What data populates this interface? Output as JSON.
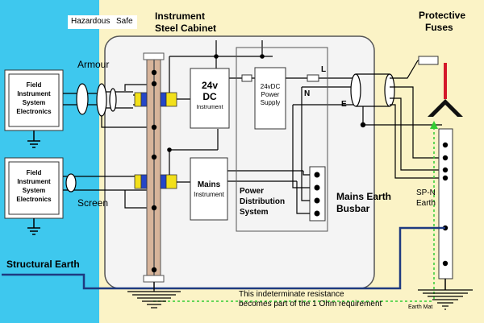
{
  "zones": {
    "hazardous": "Hazardous",
    "safe": "Safe"
  },
  "cabinet": {
    "line1": "Instrument",
    "line2": "Steel Cabinet"
  },
  "fuses": {
    "line1": "Protective",
    "line2": "Fuses"
  },
  "armour": "Armour",
  "screen": "Screen",
  "field_top": {
    "line1": "Field",
    "line2": "Instrument",
    "line3": "System",
    "line4": "Electronics"
  },
  "field_bottom": {
    "line1": "Field",
    "line2": "Instrument",
    "line3": "System",
    "line4": "Electronics"
  },
  "dc24": {
    "line1": "24v",
    "line2": "DC",
    "line3": "Instrument"
  },
  "psu": {
    "line1": "24vDC",
    "line2": "Power",
    "line3": "Supply"
  },
  "mains": {
    "line1": "Mains",
    "line2": "Instrument"
  },
  "pds": {
    "line1": "Power",
    "line2": "Distribution",
    "line3": "System"
  },
  "busbar": {
    "line1": "Mains Earth",
    "line2": "Busbar"
  },
  "terminals": {
    "l": "L",
    "n": "N",
    "e": "E"
  },
  "spn": {
    "line1": "SP-N",
    "line2": "Earth"
  },
  "structural_earth": "Structural Earth",
  "note": {
    "line1": "This indeterminate resistance",
    "line2": "becomes part of the 1 Ohm requirement"
  },
  "earth_mat": "Earth Mat",
  "colors": {
    "hazardous_zone": "#3ec8ee",
    "safe_zone": "#fbf3c6",
    "cabinet": "#f4f4f4",
    "structural_earth": "#1e3a80",
    "earth_busbar": "#d7b49a",
    "fuse_red": "#d4182a",
    "terminal_blue": "#2446c8",
    "terminal_yellow": "#f2e01a",
    "trace_green": "#33cc33"
  }
}
